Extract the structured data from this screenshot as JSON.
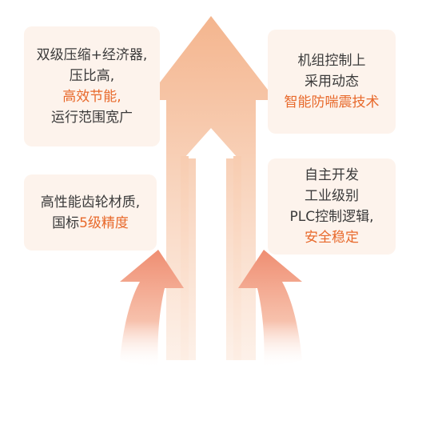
{
  "cards": {
    "top_left": {
      "line1": "双级压缩+经济器,",
      "line2": "压比高,",
      "line3": "高效节能,",
      "line4": "运行范围宽广"
    },
    "top_right": {
      "line1": "机组控制上",
      "line2": "采用动态",
      "line3": "智能防喘震技术"
    },
    "mid_left": {
      "line1": "高性能齿轮材质,",
      "line2_prefix": "国标",
      "line2_highlight": "5级精度"
    },
    "mid_right": {
      "line1": "自主开发",
      "line2": "工业级别",
      "line3": "PLC控制逻辑,",
      "line4": "安全稳定"
    }
  },
  "colors": {
    "card_bg": "#fdf3ec",
    "text": "#3a3a3a",
    "highlight": "#e8692b",
    "arrow_top": "#f4b58e",
    "curved_arrow": "#ef8f73"
  }
}
